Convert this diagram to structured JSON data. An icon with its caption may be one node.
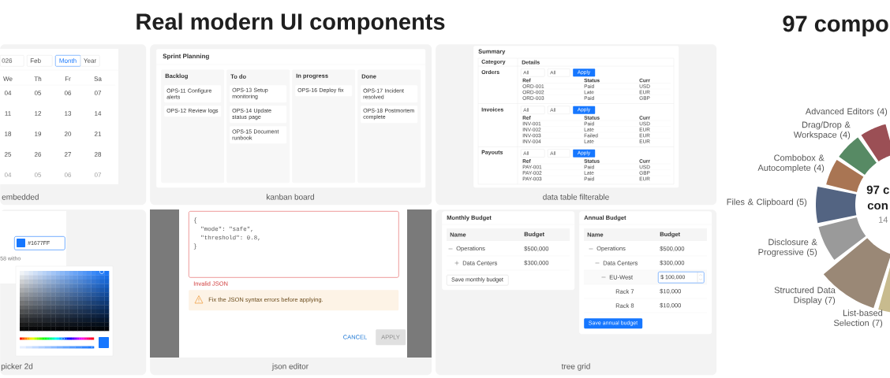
{
  "diagram": {
    "title": "Real modern UI components",
    "nodes": [
      {
        "text": [
          "embedded"
        ]
      },
      {
        "text": [
          "kanban board"
        ]
      },
      {
        "text": [
          "data table filterable"
        ]
      },
      {
        "text": [
          "picker 2d"
        ]
      },
      {
        "text": [
          "json editor"
        ]
      },
      {
        "text": [
          "tree grid"
        ]
      },
      {
        "text": [
          "Sprint Planning"
        ],
        "in": 1
      },
      {
        "text": [
          "Backlog"
        ],
        "in": 6
      },
      {
        "text": [
          "To do"
        ],
        "in": 6
      },
      {
        "text": [
          "In progress"
        ],
        "in": 6
      },
      {
        "text": [
          "Done"
        ],
        "in": 6
      },
      {
        "text": [
          "OPS-11 Configure alerts"
        ],
        "in": 7
      },
      {
        "text": [
          "OPS-12 Review logs"
        ],
        "in": 7
      },
      {
        "text": [
          "OPS-13 Setup monitoring"
        ],
        "in": 8
      },
      {
        "text": [
          "OPS-14 Update status page"
        ],
        "in": 8
      },
      {
        "text": [
          "OPS-15 Document runbook"
        ],
        "in": 8
      },
      {
        "text": [
          "OPS-16 Deploy fix"
        ],
        "in": 9
      },
      {
        "text": [
          "OPS-17 Incident resolved"
        ],
        "in": 10
      },
      {
        "text": [
          "OPS-18 Postmortem complete"
        ],
        "in": 10
      },
      {
        "text": [
          "Summary"
        ],
        "in": 2
      },
      {
        "text": [
          "Monthly Budget"
        ],
        "in": 5
      },
      {
        "text": [
          "Save monthly budget"
        ],
        "in": 20
      },
      {
        "text": [
          "Annual Budget"
        ],
        "in": 5
      },
      {
        "text": [
          "$ 100,000"
        ],
        "in": 22
      },
      {
        "text": [
          "Save annual budget"
        ],
        "in": 22
      },
      {
        "text": [
          "{",
          "\"mode\": \"safe\",",
          "\"threshold\": 0.8,",
          "}"
        ],
        "in": 4
      },
      {
        "text": [
          "Fix the JSON syntax errors before applying."
        ],
        "in": 4
      },
      {
        "text": [
          "APPLY"
        ],
        "in": 4
      },
      {
        "text": [
          "Month"
        ],
        "in": 0
      },
      {
        "text": [
          "#1677FF"
        ],
        "in": 3
      }
    ],
    "labels": [
      "97 compo",
      "026",
      "Feb",
      "Year",
      "We",
      "Th",
      "Fr",
      "Sa",
      "04",
      "05",
      "06",
      "07",
      "11",
      "12",
      "13",
      "14",
      "18",
      "19",
      "20",
      "21",
      "25",
      "26",
      "27",
      "28",
      "04",
      "05",
      "06",
      "07",
      "Category",
      "Details",
      "Orders",
      "All",
      "All",
      "Apply",
      "Ref",
      "Status",
      "Curr",
      "ORD-001",
      "Paid",
      "USD",
      "ORD-002",
      "Late",
      "EUR",
      "ORD-003",
      "Paid",
      "GBP",
      "Invoices",
      "All",
      "All",
      "Apply",
      "Ref",
      "Status",
      "Curr",
      "INV-001",
      "Paid",
      "USD",
      "INV-002",
      "Late",
      "EUR",
      "INV-003",
      "Failed",
      "EUR",
      "INV-004",
      "Late",
      "EUR",
      "Payouts",
      "All",
      "All",
      "Apply",
      "Ref",
      "Status",
      "Curr",
      "PAY-001",
      "Paid",
      "USD",
      "PAY-002",
      "Late",
      "GBP",
      "PAY-003",
      "Paid",
      "EUR",
      "58 witho",
      "Invalid JSON",
      "CANCEL",
      "Name",
      "Budget",
      "Operations",
      "$500,000",
      "Data Centers",
      "$300,000",
      "Name",
      "Budget",
      "Operations",
      "$500,000",
      "Data Centers",
      "$300,000",
      "EU-West",
      "Rack 7",
      "$10,000",
      "Rack 8",
      "$10,000",
      "Advanced Editors (4)",
      "Drag/Drop & Workspace (4)",
      "Combobox & Autocomplete (4)",
      "Files & Clipboard (5)",
      "Disclosure & Progressive (5)",
      "Structured Data Display (7)",
      "List-based Selection (7)",
      "97 c",
      "con",
      "14"
    ]
  }
}
